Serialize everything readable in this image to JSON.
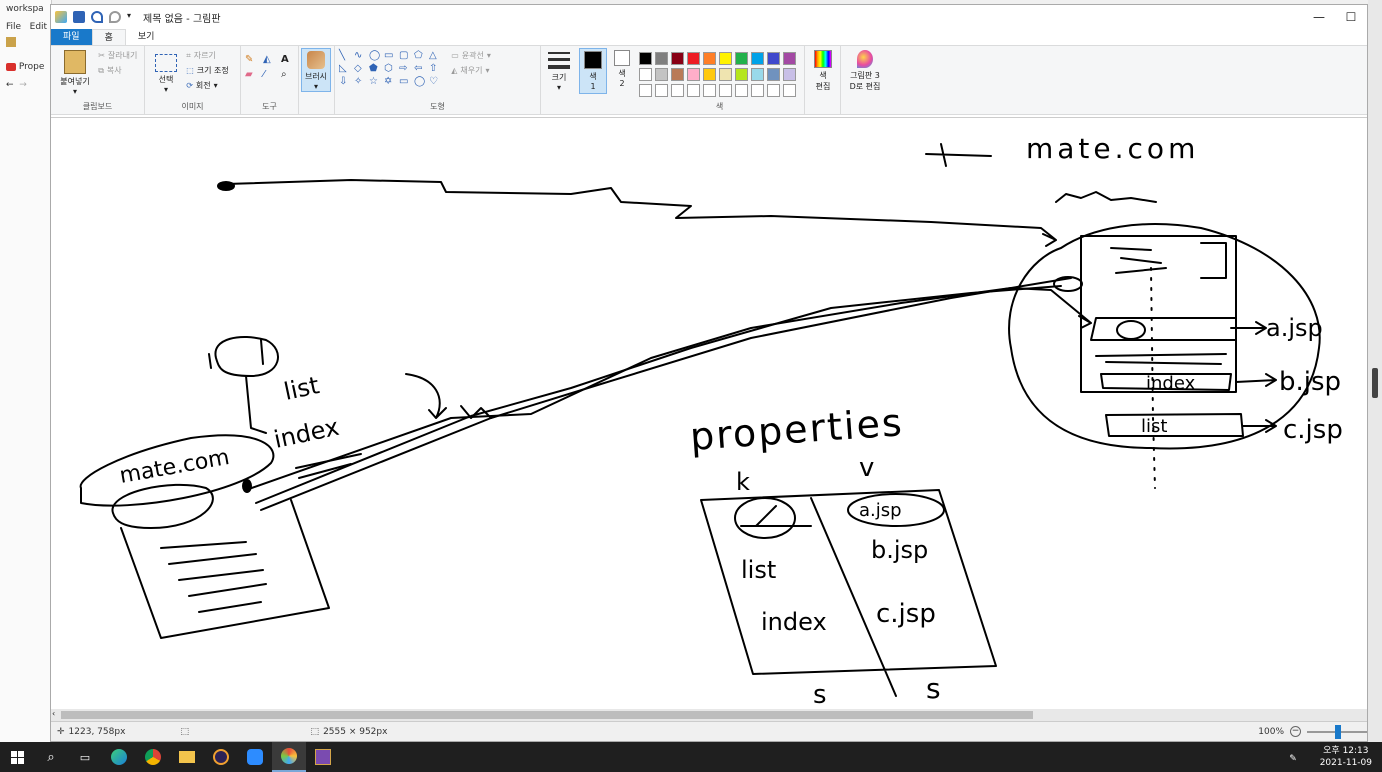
{
  "bg_app": {
    "title": "workspa",
    "menu": [
      "File",
      "Edit"
    ],
    "tab": "Prope"
  },
  "window": {
    "title": "제목 없음 - 그림판",
    "minimize": "—",
    "maximize": "☐"
  },
  "ribbon": {
    "tabs": [
      "파일",
      "홈",
      "보기"
    ],
    "clipboard": {
      "paste": "붙여넣기",
      "cut": "잘라내기",
      "copy": "복사",
      "label": "클립보드"
    },
    "image": {
      "select": "선택",
      "crop": "자르기",
      "resize": "크기 조정",
      "rotate": "회전",
      "label": "이미지"
    },
    "tools": {
      "label": "도구"
    },
    "brush": {
      "label": "브러시"
    },
    "shapes": {
      "outline": "윤곽선",
      "fill": "채우기",
      "label": "도형"
    },
    "size": {
      "label": "크기"
    },
    "color1": {
      "label": "색",
      "sub": "1"
    },
    "color2": {
      "label": "색",
      "sub": "2"
    },
    "colors": {
      "label": "색",
      "palette": [
        "#000000",
        "#7f7f7f",
        "#880015",
        "#ed1c24",
        "#ff7f27",
        "#fff200",
        "#22b14c",
        "#00a2e8",
        "#3f48cc",
        "#a349a4",
        "#ffffff",
        "#c3c3c3",
        "#b97a57",
        "#ffaec9",
        "#ffc90e",
        "#efe4b0",
        "#b5e61d",
        "#99d9ea",
        "#7092be",
        "#c8bfe7",
        "#ffffff",
        "#ffffff",
        "#ffffff",
        "#ffffff",
        "#ffffff",
        "#ffffff",
        "#ffffff",
        "#ffffff",
        "#ffffff",
        "#ffffff"
      ]
    },
    "edit_colors": {
      "l1": "색",
      "l2": "편집"
    },
    "paint3d": {
      "l1": "그림판 3",
      "l2": "D로 편집"
    }
  },
  "canvas": {
    "texts": {
      "mate_top": "mate.com",
      "properties": "properties",
      "k": "k",
      "v": "v",
      "a_jsp_tbl": "a.jsp",
      "list_tbl": "list",
      "b_jsp_tbl": "b.jsp",
      "index_tbl": "index",
      "c_jsp_tbl": "c.jsp",
      "s1": "s",
      "s2": "s",
      "mate_left": "mate.com",
      "list_left": "list",
      "index_left": "index",
      "index_box": "index",
      "list_box": "list",
      "a_jsp": "a.jsp",
      "b_jsp": "b.jsp",
      "c_jsp": "c.jsp"
    }
  },
  "status": {
    "cursor": "1223, 758px",
    "size": "2555 × 952px",
    "zoom": "100%"
  },
  "taskbar": {
    "time": "오후 12:13",
    "date": "2021-11-09"
  }
}
